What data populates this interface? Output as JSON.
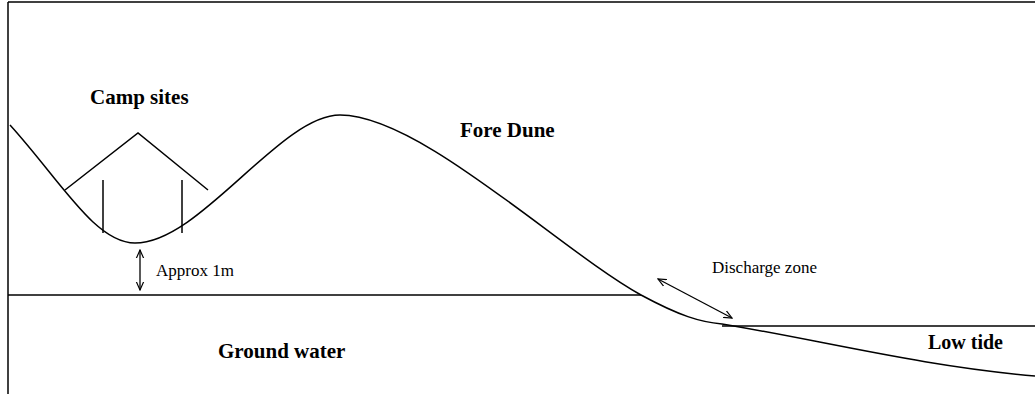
{
  "diagram": {
    "labels": [
      "Camp sites",
      "Fore Dune",
      "Approx 1m",
      "Discharge zone",
      "Ground water",
      "Low tide"
    ]
  }
}
